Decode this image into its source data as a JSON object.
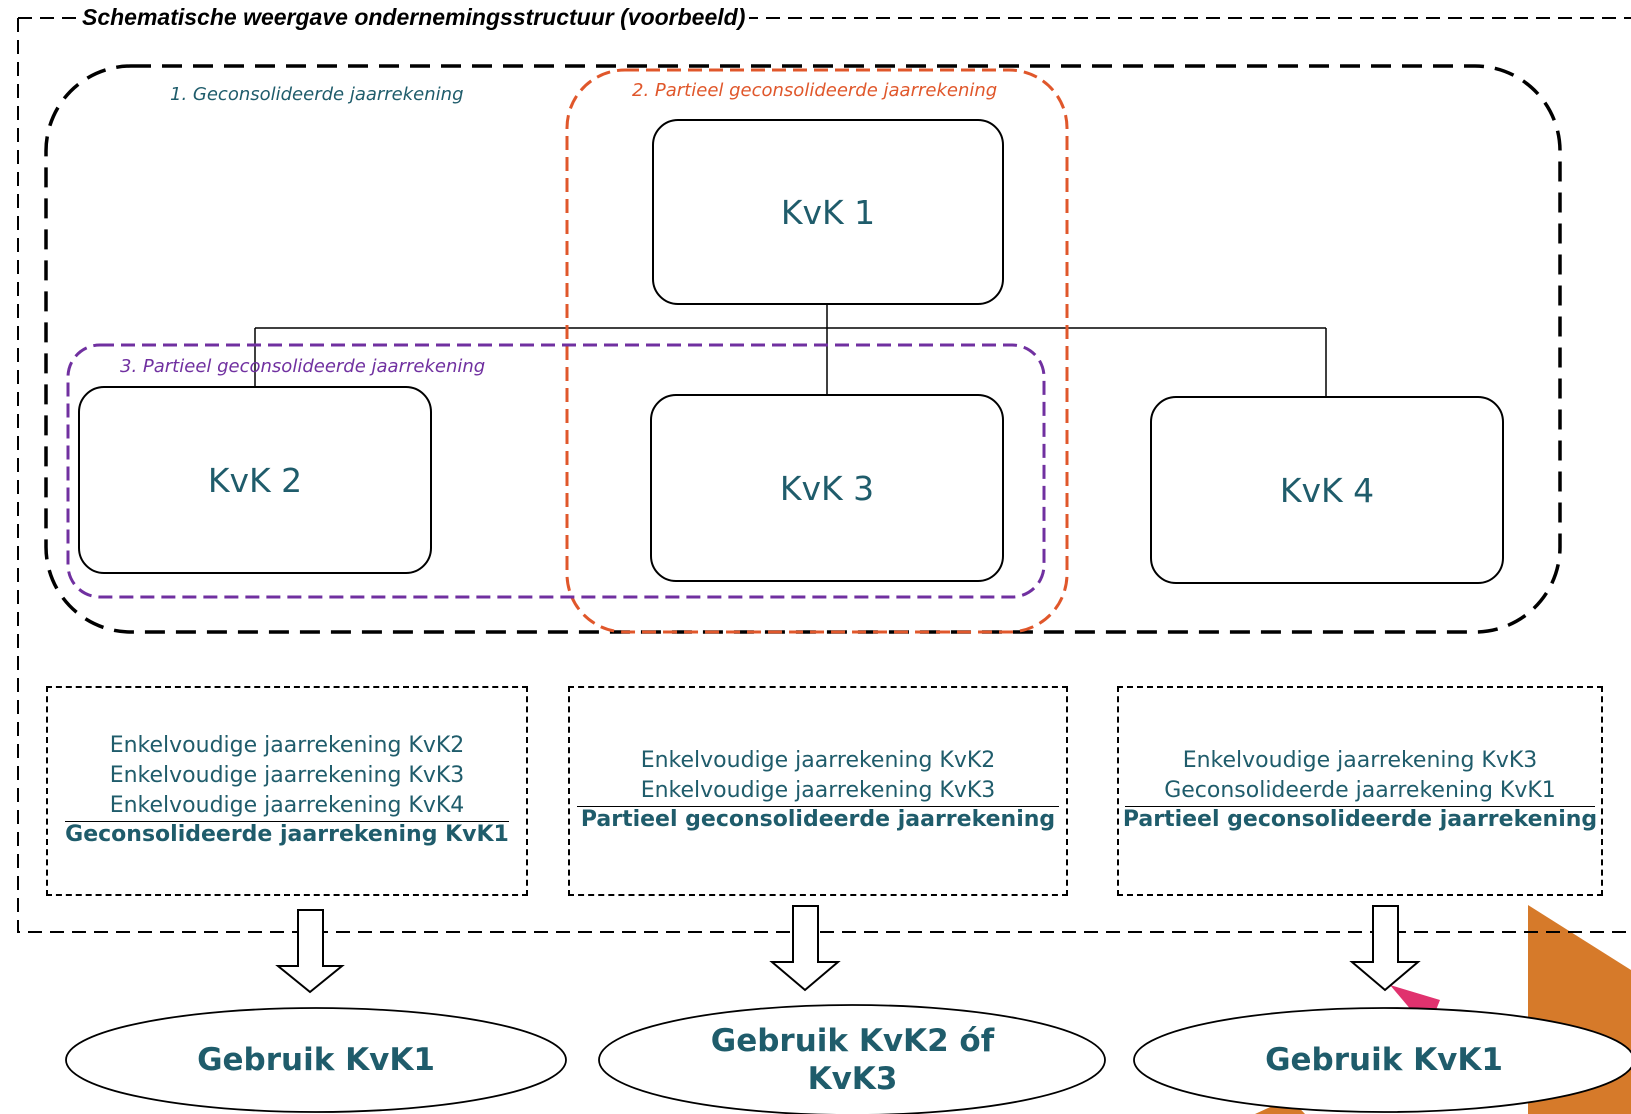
{
  "title": "Schematische weergave ondernemingsstructuur  (voorbeeld)",
  "groups": {
    "g1": "1. Geconsolideerde jaarrekening",
    "g2": "2. Partieel geconsolideerde jaarrekening",
    "g3": "3. Partieel geconsolideerde jaarrekening"
  },
  "entities": {
    "kvk1": "KvK 1",
    "kvk2": "KvK 2",
    "kvk3": "KvK 3",
    "kvk4": "KvK 4"
  },
  "summaries": [
    {
      "lines": [
        "Enkelvoudige jaarrekening KvK2",
        "Enkelvoudige jaarrekening KvK3",
        "Enkelvoudige jaarrekening KvK4"
      ],
      "total": "Geconsolideerde jaarrekening KvK1"
    },
    {
      "lines": [
        "Enkelvoudige jaarrekening KvK2",
        "Enkelvoudige jaarrekening KvK3"
      ],
      "total": "Partieel geconsolideerde jaarrekening"
    },
    {
      "lines": [
        "Enkelvoudige jaarrekening KvK3",
        "Geconsolideerde jaarrekening KvK1"
      ],
      "total": "Partieel geconsolideerde jaarrekening"
    }
  ],
  "results": [
    "Gebruik KvK1",
    "Gebruik KvK2 óf KvK3",
    "Gebruik KvK1"
  ],
  "colors": {
    "text": "#1f5c6b",
    "group1": "#1f5c6b",
    "group2": "#e0572b",
    "group3": "#7030a0",
    "accent_orange": "#d67a2a",
    "accent_pink": "#e0326e"
  }
}
